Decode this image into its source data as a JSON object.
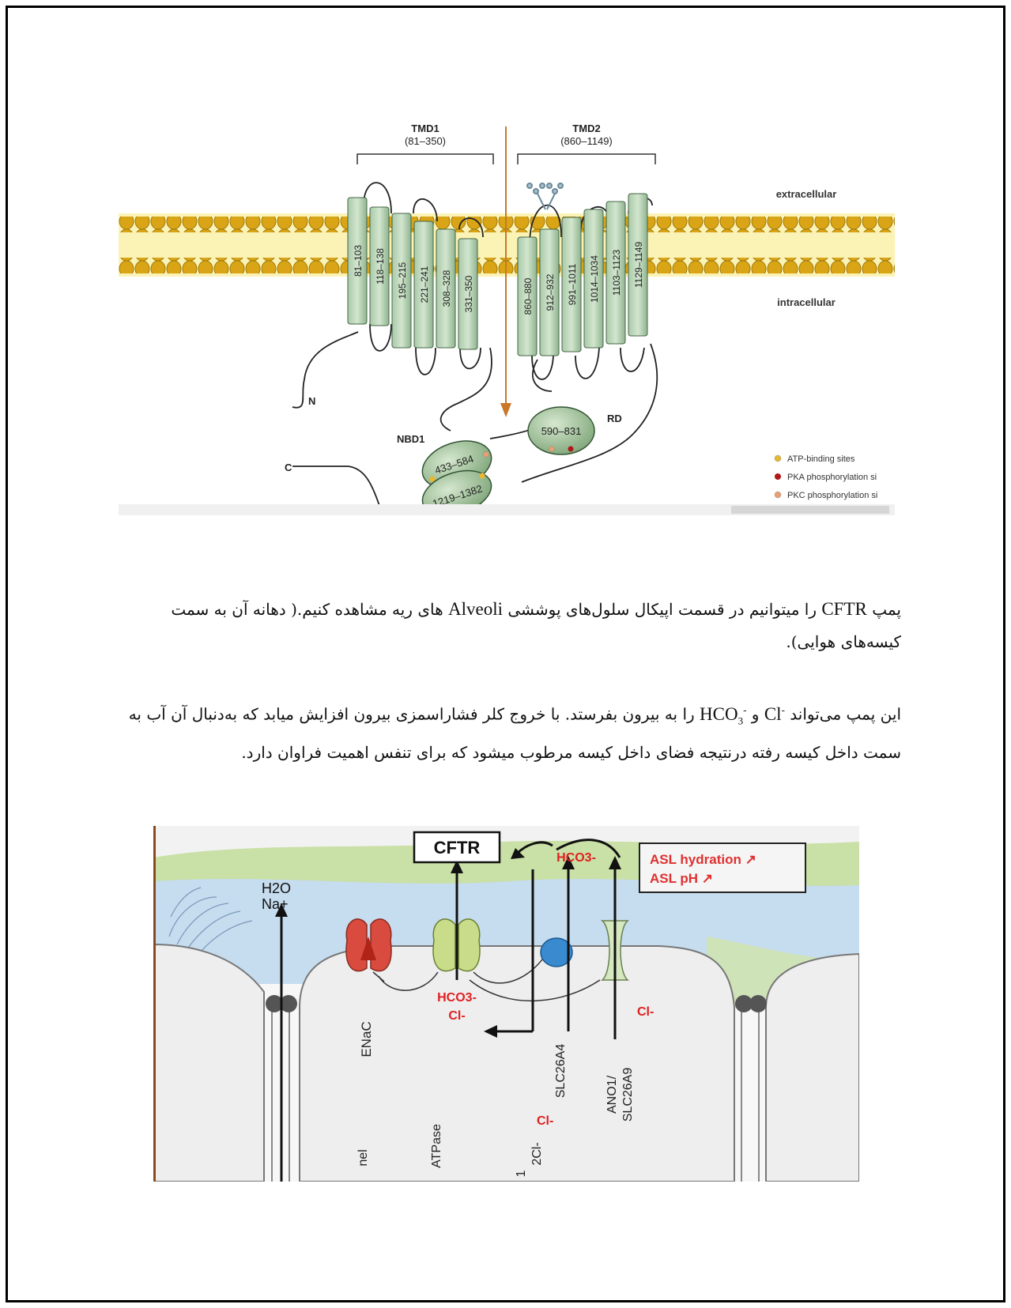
{
  "figure1": {
    "tmd1": {
      "label": "TMD1",
      "range": "(81–350)"
    },
    "tmd2": {
      "label": "TMD2",
      "range": "(860–1149)"
    },
    "extracellular": "extracellular",
    "intracellular": "intracellular",
    "helices_left": [
      "81–103",
      "118–138",
      "195–215",
      "221–241",
      "308–328",
      "331–350"
    ],
    "helices_right": [
      "860–880",
      "912–932",
      "991–1011",
      "1014–1034",
      "1103–1123",
      "1129–1149"
    ],
    "n_label": "N",
    "c_label": "C",
    "rd": {
      "label": "RD",
      "range": "590–831"
    },
    "nbd1": {
      "label": "NBD1",
      "range": "433–584",
      "range2": "1219–1382"
    },
    "legend": [
      {
        "text": "ATP-binding sites",
        "color": "#e8b832"
      },
      {
        "text": "PKA phosphorylation si",
        "color": "#b01818"
      },
      {
        "text": "PKC phosphorylation si",
        "color": "#e8a070"
      }
    ]
  },
  "paragraph1": {
    "part_a": "پمپ ",
    "cftr": "CFTR",
    "part_b": " را میتوانیم در قسمت اپیکال سلول‌های پوششی ",
    "alveoli": "Alveoli",
    "part_c": " های ریه مشاهده کنیم.( دهانه آن به سمت کیسه‌های هوایی)."
  },
  "paragraph2": {
    "part_a": "این پمپ می‌تواند ",
    "cl": "Cl",
    "part_b": " و ",
    "hco3": "HCO",
    "part_c": " را به بیرون بفرستد. با خروج کلر فشاراسمزی بیرون افزایش میابد که به‌دنبال آن آب به سمت داخل کیسه رفته درنتیجه فضای داخل کیسه مرطوب میشود که برای تنفس اهمیت فراوان دارد."
  },
  "figure2": {
    "cftr_box": "CFTR",
    "h2o": "H2O",
    "na": "Na+",
    "hco3_top": "HCO3-",
    "asl_hydration": "ASL hydration ↗",
    "asl_ph": "ASL pH ↗",
    "hco3_bottom": "HCO3-",
    "cl_bottom": "Cl-",
    "cl_right": "Cl-",
    "enac": "ENaC",
    "slc26a4": "SLC26A4",
    "ano1": "ANO1/",
    "slc26a9": "SLC26A9",
    "nel": "nel",
    "atpase": "ATPase",
    "cl_lower": "Cl-",
    "twocl": "2Cl-",
    "one": "1"
  }
}
